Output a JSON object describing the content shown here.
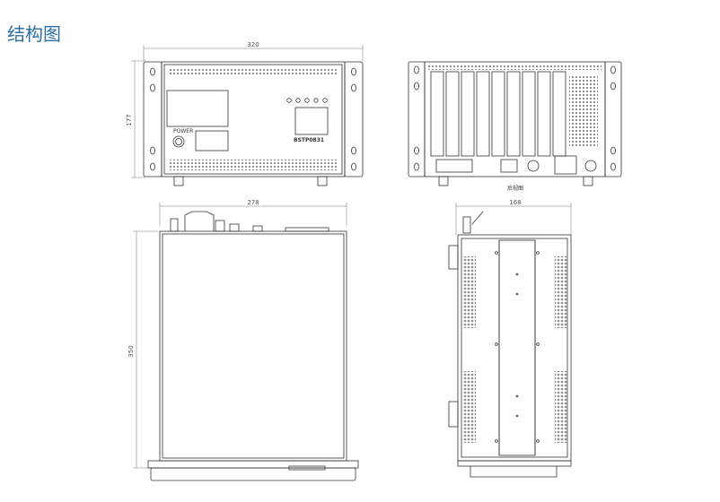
{
  "page": {
    "title": "结构图"
  },
  "front_view": {
    "width_label": "320",
    "height_label": "177",
    "power_label": "POWER",
    "model_label": "BSTP0831",
    "led_labels": [
      "",
      ""
    ]
  },
  "rear_view": {
    "caption": "后视图"
  },
  "top_view": {
    "width_label": "278",
    "depth_label": "350"
  },
  "side_view": {
    "width_label": "168"
  },
  "colors": {
    "title": "#2f6fa8",
    "line": "#333333",
    "dim": "#555555"
  }
}
